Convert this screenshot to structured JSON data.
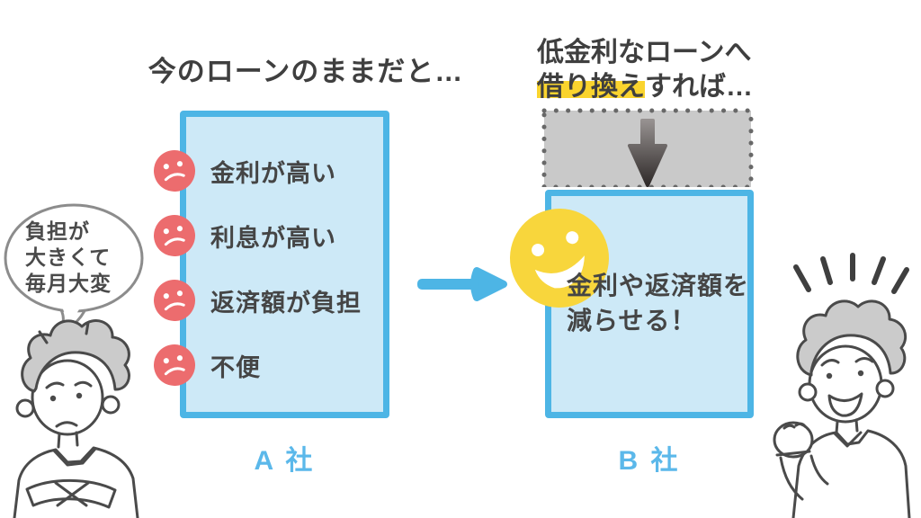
{
  "left_section": {
    "title": "今のローンのままだと…",
    "company_label": "A 社",
    "items": [
      "金利が高い",
      "利息が高い",
      "返済額が負担",
      "不便"
    ],
    "speech_bubble_lines": [
      "負担が",
      "大きくて",
      "毎月大変"
    ]
  },
  "right_section": {
    "title_line1": "低金利なローンへ",
    "title_line2_highlighted": "借り換え",
    "title_line2_rest": "すれば…",
    "company_label": "B 社",
    "benefit_line1": "金利や返済額を",
    "benefit_line2": "減らせる！"
  },
  "icons": {
    "sad_face": "frowning-red-face",
    "happy_face": "smiling-yellow-face",
    "transform_arrow": "blue-right-arrow",
    "reduce_arrow": "dark-down-arrow",
    "emphasis": "radiating-lines"
  },
  "colors": {
    "accent_blue": "#4DB5E5",
    "label_blue": "#5BB8EA",
    "box_fill": "#CDE9F7",
    "negative_red": "#EC6C6E",
    "smiley_yellow": "#F8D63C",
    "highlight_yellow": "#FAD42E",
    "gray_fill": "#C9C9C9",
    "text_dark": "#3F3F3F"
  }
}
